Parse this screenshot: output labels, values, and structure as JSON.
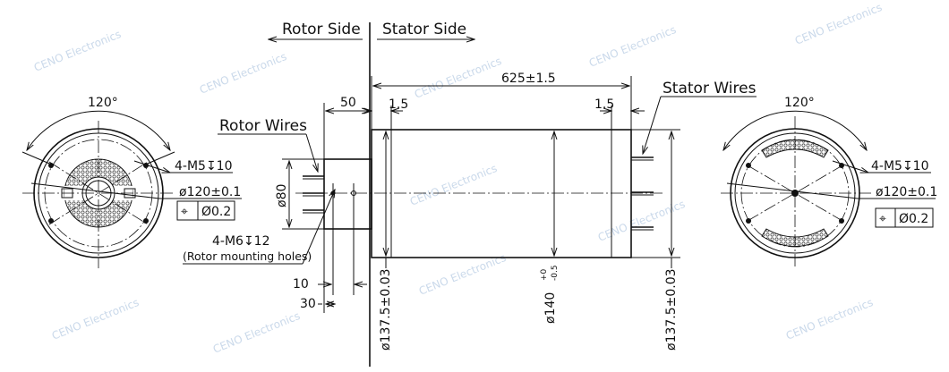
{
  "labels": {
    "rotor_side": "Rotor Side",
    "stator_side": "Stator Side",
    "rotor_wires": "Rotor Wires",
    "stator_wires": "Stator Wires",
    "mounting_holes_spec": "4-M6↧12",
    "mounting_holes_note": "(Rotor mounting holes)"
  },
  "dimensions": {
    "overall_length": "625±1.5",
    "rotor_length": "50",
    "left_gap": "1.5",
    "right_gap": "1.5",
    "rotor_diameter": "ø80",
    "hole_offset": "10",
    "shaft_offset": "30",
    "flange_diameter_left": "ø137.5±0.03",
    "body_diameter": "ø140",
    "body_tol_upper": "+0",
    "body_tol_lower": "-0.5",
    "flange_diameter_right": "ø137.5±0.03"
  },
  "left_view": {
    "angle": "120°",
    "thread": "4-M5↧10",
    "bolt_circle": "ø120±0.1",
    "position_symbol": "⌖",
    "position_tol": "Ø0.2"
  },
  "right_view": {
    "angle": "120°",
    "thread": "4-M5↧10",
    "bolt_circle": "ø120±0.1",
    "position_symbol": "⌖",
    "position_tol": "Ø0.2"
  },
  "watermark": "CENO Electronics"
}
